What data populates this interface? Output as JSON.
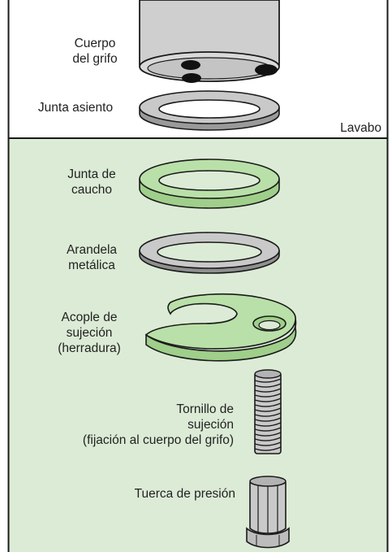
{
  "labels": {
    "cuerpo_grifo": [
      "Cuerpo",
      "del grifo"
    ],
    "junta_asiento": "Junta asiento",
    "lavabo": "Lavabo",
    "junta_caucho": [
      "Junta de",
      "caucho"
    ],
    "arandela": [
      "Arandela",
      "metálica"
    ],
    "acople": [
      "Acople de",
      "sujeción",
      "(herradura)"
    ],
    "tornillo": [
      "Tornillo de",
      "sujeción",
      "(fijación al cuerpo del grifo)"
    ],
    "tuerca": "Tuerca de presión"
  },
  "colors": {
    "frame": "#1a1a1a",
    "lower_bg": "#dcebd6",
    "upper_bg": "#ffffff",
    "rubber_green": "#b9e0a8",
    "metal_gray": "#c9c9c9",
    "body_gray": "#cfcfcf"
  }
}
